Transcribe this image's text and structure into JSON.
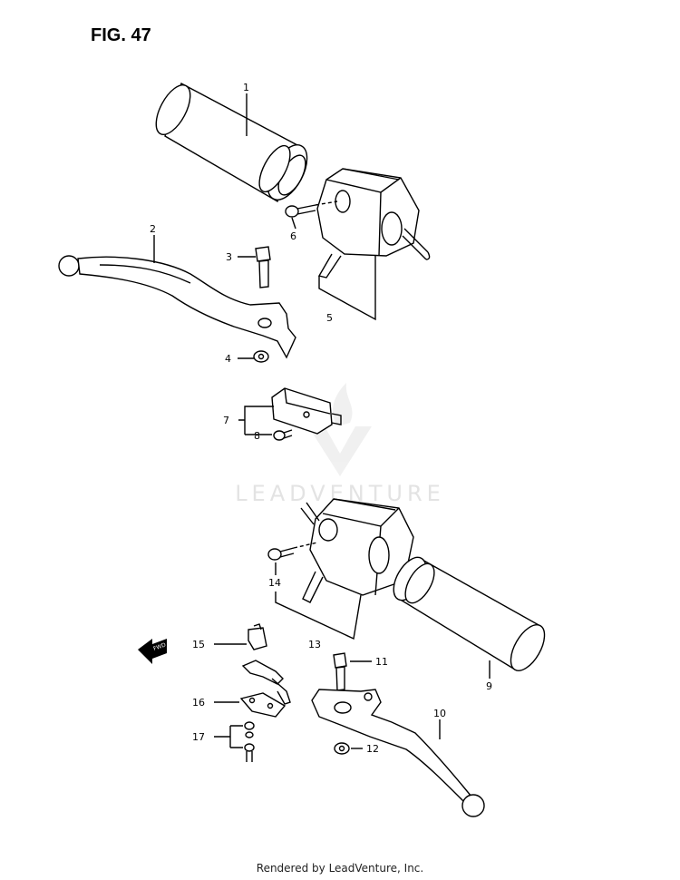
{
  "figure_title": "FIG. 47",
  "watermark_text": "LEADVENTURE",
  "footer_credit": "Rendered by LeadVenture, Inc.",
  "fwd_label": "FWD",
  "callouts": [
    "1",
    "2",
    "3",
    "4",
    "5",
    "6",
    "7",
    "8",
    "9",
    "10",
    "11",
    "12",
    "13",
    "14",
    "15",
    "16",
    "17"
  ]
}
